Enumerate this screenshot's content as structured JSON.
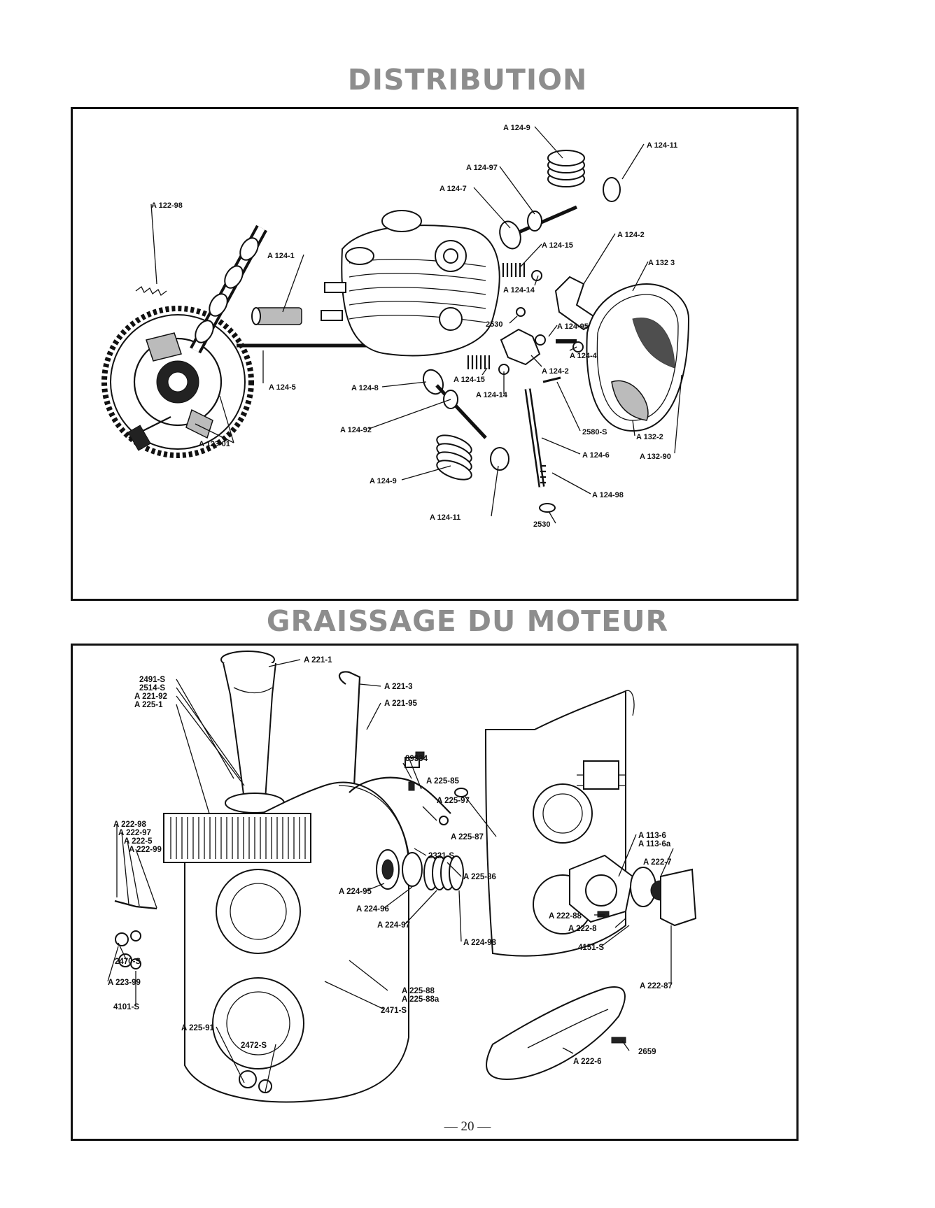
{
  "titles": {
    "top": "DISTRIBUTION",
    "bottom": "GRAISSAGE DU MOTEUR"
  },
  "page_number": "— 20 —",
  "distribution_labels": {
    "l1": "A 124-9",
    "l2": "A 124-11",
    "l3": "A 124-97",
    "l4": "A 124-7",
    "l5": "A 122-98",
    "l6": "A 124-1",
    "l7": "A 124-15",
    "l8": "A 124-2",
    "l9": "A 132 3",
    "l10": "A 124-14",
    "l11": "2530",
    "l12": "A 124-95",
    "l13": "A 124-4",
    "l14": "A 124-15",
    "l15": "A 124-2",
    "l16": "A 124-5",
    "l17": "A 124-8",
    "l18": "A 124-14",
    "l19": "A 124-92",
    "l20": "2580-S",
    "l21": "A 132-2",
    "l22": "A 123-01",
    "l23": "A 124-6",
    "l24": "A 132-90",
    "l25": "A 124-9",
    "l26": "A 124-98",
    "l27": "A 124-11",
    "l28": "2530"
  },
  "graissage_labels": {
    "g1": "A 221-1",
    "g2": "2491-S",
    "g3": "2514-S",
    "g4": "A 221-92",
    "g5": "A 225-1",
    "g6": "A 221-3",
    "g7": "A 221-95",
    "g8": "89334",
    "g9": "A 225-85",
    "g10": "A 225-97",
    "g11": "A 222-98",
    "g12": "A 222-97",
    "g13": "A 222-5",
    "g14": "A 222-99",
    "g15": "A 225-87",
    "g16": "2321-S",
    "g17": "A 113-6",
    "g18": "A 113-6a",
    "g19": "A 222-7",
    "g20": "A 225-86",
    "g21": "A 224-95",
    "g22": "A 224-96",
    "g23": "A 224-97",
    "g24": "A 224-98",
    "g25": "A 222-88",
    "g26": "A 222-8",
    "g27": "4151-S",
    "g28": "2470-S",
    "g29": "A 223-99",
    "g30": "A 225-88",
    "g31": "A 225-88a",
    "g32": "2471-S",
    "g33": "A 222-87",
    "g34": "4101-S",
    "g35": "A 225-91",
    "g36": "2472-S",
    "g37": "2659",
    "g38": "A 222-6"
  }
}
